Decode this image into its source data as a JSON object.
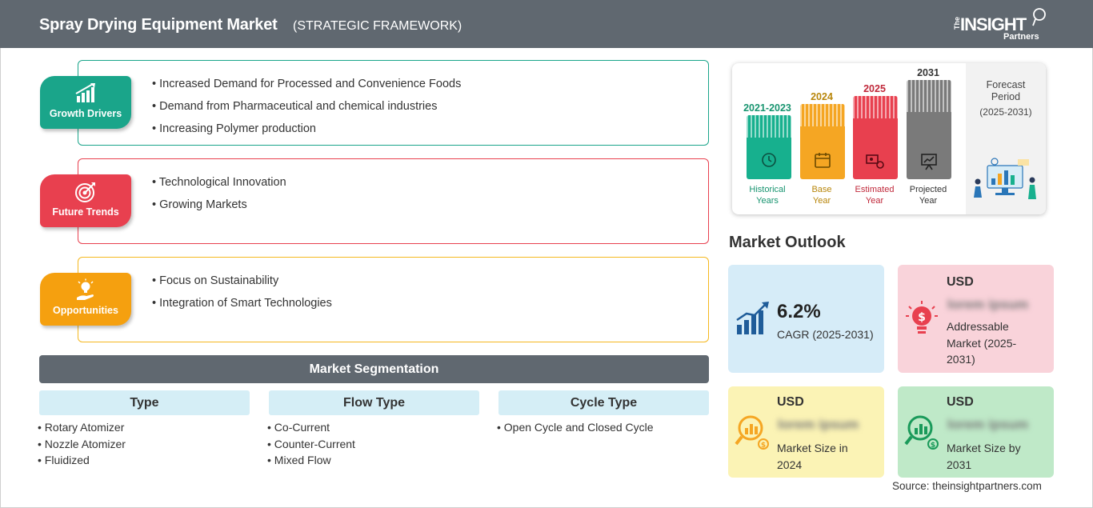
{
  "header": {
    "title": "Spray Drying Equipment Market",
    "subtitle": "(STRATEGIC FRAMEWORK)",
    "logo": {
      "the": "The",
      "insight": "INSIGHT",
      "partners": "Partners"
    }
  },
  "framework": {
    "growth_drivers": {
      "label": "Growth Drivers",
      "color": "#1aa58a",
      "items": [
        "Increased Demand for Processed and Convenience Foods",
        "Demand from Pharmaceutical and chemical industries",
        "Increasing Polymer production"
      ]
    },
    "future_trends": {
      "label": "Future Trends",
      "color": "#e8404f",
      "items": [
        "Technological Innovation",
        "Growing Markets"
      ]
    },
    "opportunities": {
      "label": "Opportunities",
      "color": "#f5a00f",
      "items": [
        "Focus on Sustainability",
        "Integration of Smart Technologies"
      ]
    }
  },
  "segmentation": {
    "title": "Market Segmentation",
    "columns": [
      {
        "heading": "Type",
        "items": [
          "Rotary Atomizer",
          "Nozzle Atomizer",
          "Fluidized"
        ]
      },
      {
        "heading": "Flow Type",
        "items": [
          "Co-Current",
          "Counter-Current",
          "Mixed Flow"
        ]
      },
      {
        "heading": "Cycle Type",
        "items": [
          "Open Cycle and Closed Cycle"
        ]
      }
    ]
  },
  "timeline": {
    "periods": [
      {
        "year": "2021-2023",
        "label_line1": "Historical",
        "label_line2": "Years",
        "color": "#17b08e",
        "year_color": "#17946f"
      },
      {
        "year": "2024",
        "label_line1": "Base",
        "label_line2": "Year",
        "color": "#f5a623",
        "year_color": "#b8860b"
      },
      {
        "year": "2025",
        "label_line1": "Estimated",
        "label_line2": "Year",
        "color": "#e8404f",
        "year_color": "#c0283a"
      },
      {
        "year": "2031",
        "label_line1": "Projected",
        "label_line2": "Year",
        "color": "#7a7a7a",
        "year_color": "#333333"
      }
    ],
    "forecast_title_line1": "Forecast",
    "forecast_title_line2": "Period",
    "forecast_period": "(2025-2031)"
  },
  "outlook": {
    "title": "Market Outlook",
    "cagr": {
      "value": "6.2%",
      "label": "CAGR (2025-2031)"
    },
    "addressable": {
      "currency": "USD",
      "value": "lorem ipsum",
      "label_line1": "Addressable",
      "label_line2": "Market (2025-",
      "label_line3": "2031)"
    },
    "size_2024": {
      "currency": "USD",
      "value": "lorem ipsum",
      "label_line1": "Market Size in",
      "label_line2": "2024"
    },
    "size_2031": {
      "currency": "USD",
      "value": "lorem ipsum",
      "label_line1": "Market Size by",
      "label_line2": "2031"
    }
  },
  "source": "Source: theinsightpartners.com"
}
